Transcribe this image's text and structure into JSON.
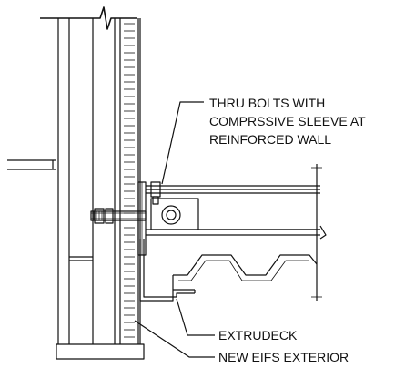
{
  "callouts": [
    {
      "id": "thru-bolts",
      "lines": [
        "THRU BOLTS WITH",
        "COMPRSSIVE SLEEVE AT",
        "REINFORCED WALL"
      ]
    },
    {
      "id": "extrudeck",
      "lines": [
        "EXTRUDECK"
      ]
    },
    {
      "id": "eifs",
      "lines": [
        "NEW EIFS EXTERIOR"
      ]
    }
  ],
  "colors": {
    "line": "#111111",
    "paper": "#ffffff"
  }
}
